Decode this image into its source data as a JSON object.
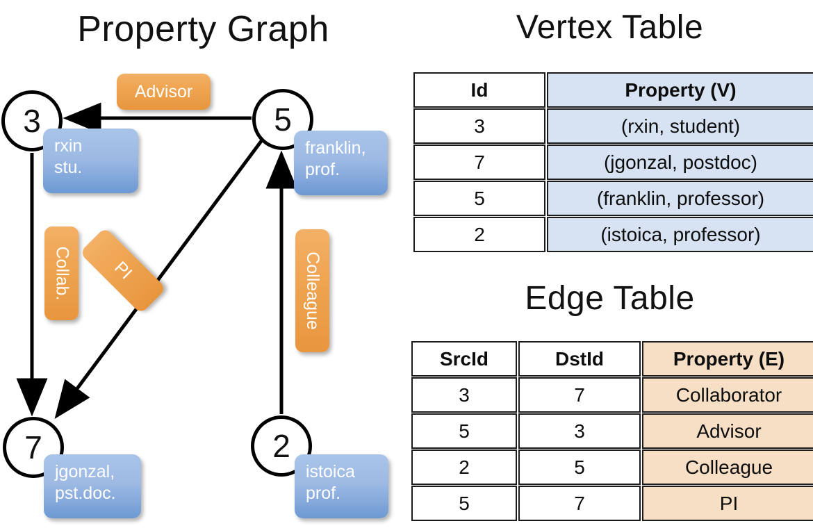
{
  "titles": {
    "property_graph": "Property Graph",
    "vertex_table": "Vertex Table",
    "edge_table": "Edge Table"
  },
  "graph": {
    "nodes": [
      {
        "id": "3",
        "property_line1": "rxin",
        "property_line2": "stu."
      },
      {
        "id": "5",
        "property_line1": "franklin,",
        "property_line2": "prof."
      },
      {
        "id": "7",
        "property_line1": "jgonzal,",
        "property_line2": "pst.doc."
      },
      {
        "id": "2",
        "property_line1": "istoica",
        "property_line2": "prof."
      }
    ],
    "edge_labels": {
      "advisor": "Advisor",
      "collab": "Collab.",
      "pi": "PI",
      "colleague": "Colleague"
    }
  },
  "vertex_table": {
    "headers": [
      "Id",
      "Property (V)"
    ],
    "rows": [
      {
        "id": "3",
        "property": "(rxin, student)"
      },
      {
        "id": "7",
        "property": "(jgonzal, postdoc)"
      },
      {
        "id": "5",
        "property": "(franklin, professor)"
      },
      {
        "id": "2",
        "property": "(istoica, professor)"
      }
    ]
  },
  "edge_table": {
    "headers": [
      "SrcId",
      "DstId",
      "Property (E)"
    ],
    "rows": [
      {
        "src": "3",
        "dst": "7",
        "property": "Collaborator"
      },
      {
        "src": "5",
        "dst": "3",
        "property": "Advisor"
      },
      {
        "src": "2",
        "dst": "5",
        "property": "Colleague"
      },
      {
        "src": "5",
        "dst": "7",
        "property": "PI"
      }
    ]
  },
  "colors": {
    "vertex_property_fill": "#d7e2f3",
    "edge_property_fill": "#f7dfc6",
    "node_property_box": "#6d99d3",
    "edge_label_box": "#efa552",
    "stroke": "#000000"
  }
}
